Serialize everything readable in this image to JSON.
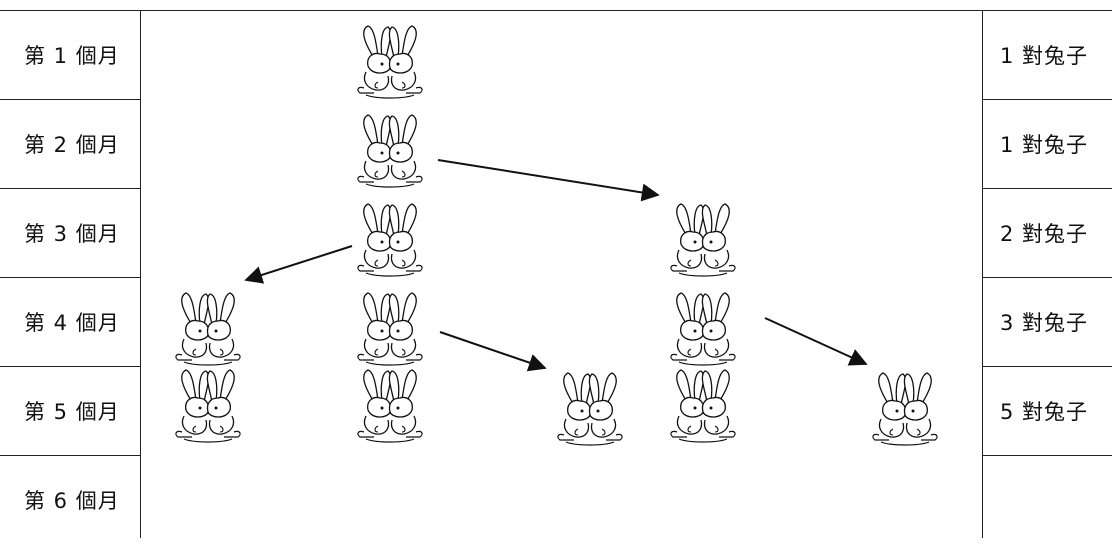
{
  "months": [
    {
      "label": "第 1 個月"
    },
    {
      "label": "第 2 個月"
    },
    {
      "label": "第 3 個月"
    },
    {
      "label": "第 4 個月"
    },
    {
      "label": "第 5 個月"
    },
    {
      "label": "第 6 個月"
    }
  ],
  "pairs": [
    {
      "label": "1 對兔子"
    },
    {
      "label": "1 對兔子"
    },
    {
      "label": "2 對兔子"
    },
    {
      "label": "3 對兔子"
    },
    {
      "label": "5 對兔子"
    },
    {
      "label": ""
    }
  ],
  "colors": {
    "line": "#222222",
    "text": "#111111",
    "background": "#ffffff"
  },
  "icons": {
    "rabbit": "rabbit-pair-icon",
    "arrow": "arrow-icon"
  }
}
